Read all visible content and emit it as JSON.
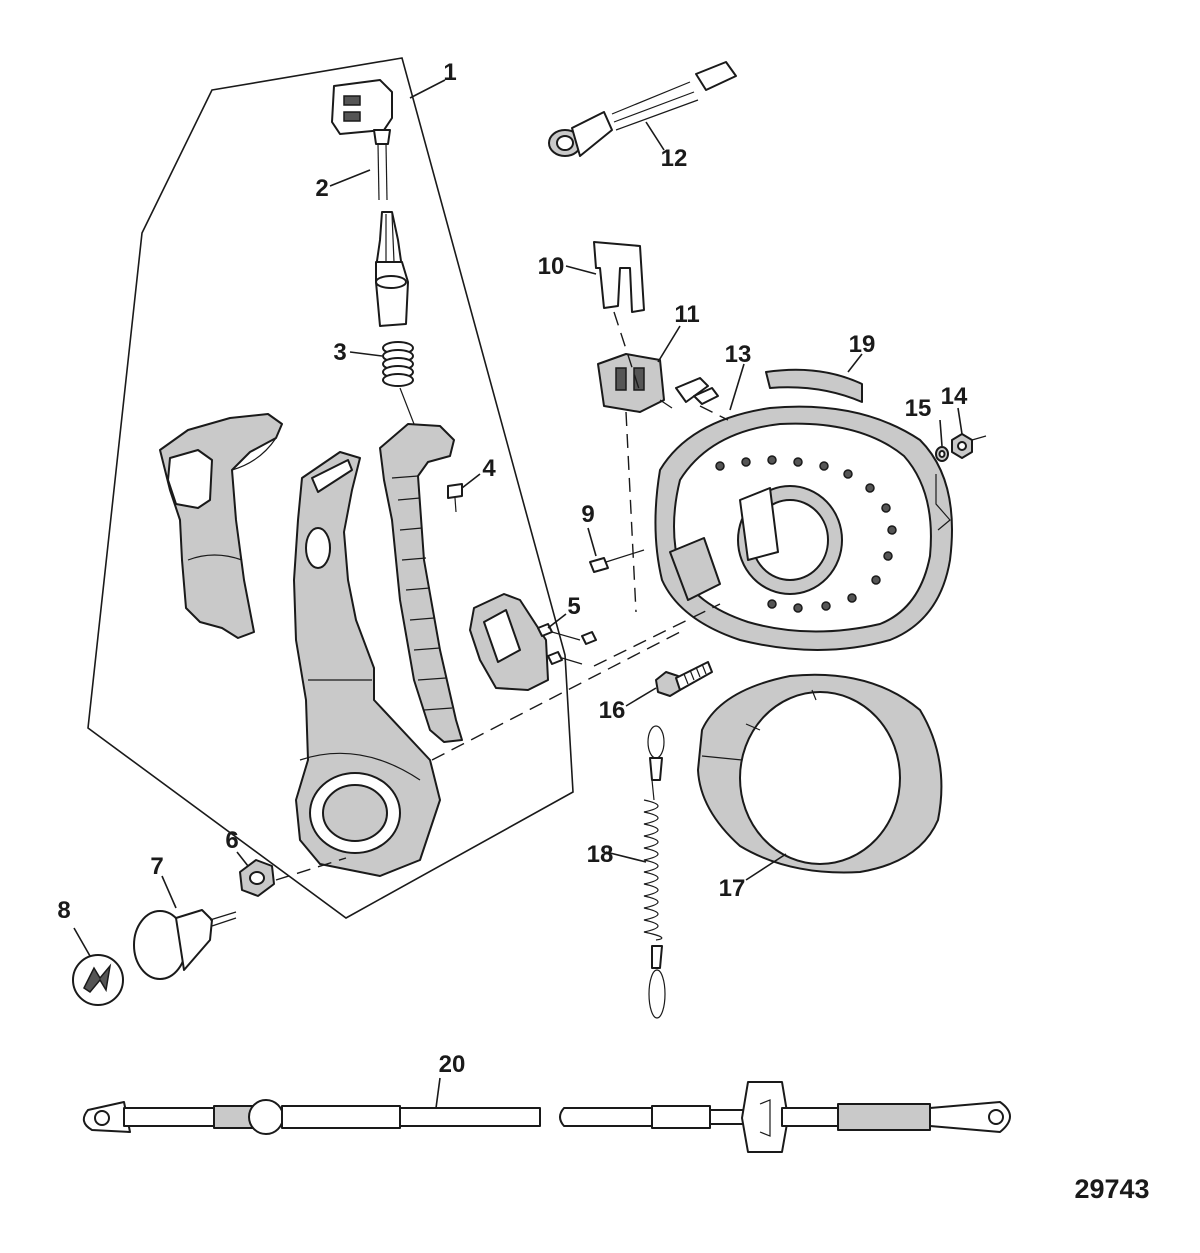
{
  "diagram": {
    "figure_number": "29743",
    "callouts": [
      "1",
      "2",
      "3",
      "4",
      "5",
      "6",
      "7",
      "8",
      "9",
      "10",
      "11",
      "12",
      "13",
      "14",
      "15",
      "16",
      "17",
      "18",
      "19",
      "20"
    ]
  }
}
